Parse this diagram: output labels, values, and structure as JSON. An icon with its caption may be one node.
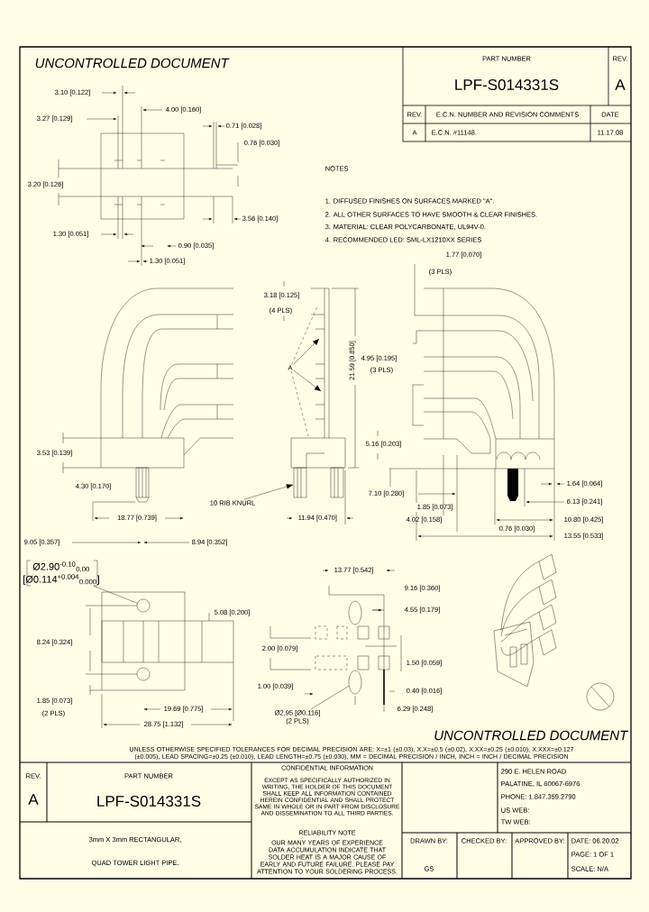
{
  "diagram": {
    "nodes": [
      {
        "text": [
          "A"
        ]
      },
      {
        "text": [
          "10 RIB KNURL"
        ]
      },
      {
        "text": [
          "Ø2.90$^{-0.10}$$_{0.00}$",
          "[Ø0.114$^{+0.004}$$_{0.000}$]"
        ]
      },
      {
        "text": [
          "Ø2.95 [Ø0.116]",
          "(2 PLS)"
        ]
      },
      {
        "text": [],
        "shape": "circle"
      },
      {
        "text": [],
        "shape": "ellipse"
      },
      {
        "text": [],
        "shape": "box"
      }
    ],
    "edges": [
      {
        "from": 0,
        "to": null,
        "arrow": "to"
      },
      {
        "from": 0,
        "to": null,
        "arrow": "to"
      },
      {
        "from": 0,
        "to": null,
        "arrow": "none",
        "style": "dashed"
      },
      {
        "from": 0,
        "to": null,
        "arrow": "none",
        "style": "dashed"
      },
      {
        "from": 1,
        "to": 6,
        "arrow": "to"
      },
      {
        "from": 2,
        "to": 4,
        "arrow": "none"
      },
      {
        "from": 3,
        "to": 5,
        "arrow": "none"
      }
    ],
    "labels": [
      "UNCONTROLLED DOCUMENT",
      "PART NUMBER",
      "REV.",
      "LPF-S014331S",
      "A",
      "REV.",
      "E.C.N. NUMBER AND REVISION COMMENTS",
      "DATE",
      "A",
      "E.C.N. #11148.",
      "11.17.08",
      "3.10 [0.122]",
      "4.00 [0.160]",
      "3.27 [0.129]",
      "0.71 [0.028]",
      "0.76 [0.030]",
      "NOTES",
      "3.20 [0.126]",
      "1. DIFFUSED FINISHES ON SURFACES MARKED \"A\".",
      "2. ALL OTHER SURFACES TO HAVE SMOOTH & CLEAR FINISHES.",
      "3. MATERIAL: CLEAR POLYCARBONATE, UL94V-0.",
      "4. RECOMMENDED LED: SML-LX1210XX SERIES",
      "3.56 [0.140]",
      "1.30 [0.051]",
      "0.90 [0.035]",
      "1.77 [0.070]",
      "1.30 [0.051]",
      "(3 PLS)",
      "3.18 [0.125]",
      "(4 PLS)",
      "4.95 [0.195]",
      "21.59 [0.850]",
      "(3 PLS)",
      "5.16 [0.203]",
      "3.53 [0.139]",
      "4.30 [0.170]",
      "1.64 [0.064]",
      "7.10 [0.280]",
      "6.13 [0.241]",
      "1.85 [0.073]",
      "18.77 [0.739]",
      "11.94 [0.470]",
      "4.02 [0.158]",
      "10.80 [0.425]",
      "0.76 [0.030]",
      "13.55 [0.533]",
      "9.05 [0.357]",
      "8.94 [0.352]",
      "13.77 [0.542]",
      "9.16 [0.360]",
      "5.08 [0.200]",
      "4.55 [0.179]",
      "8.24 [0.324]",
      "2.00 [0.079]",
      "1.50 [0.059]",
      "1.00 [0.039]",
      "0.40 [0.016]",
      "1.85 [0.073]",
      "19.69 [0.775]",
      "6.29 [0.248]",
      "(2 PLS)",
      "28.75 [1.132]",
      "UNCONTROLLED DOCUMENT",
      "UNLESS OTHERWISE SPECIFIED TOLERANCES FOR DECIMAL PRECISION ARE: X=±1 (±0.03), X.X=±0.5 (±0.02), X.XX=±0.25 (±0.010), X.XXX=±0.127 (±0.005), LEAD SPACING=±0.25 (±0.010), LEAD LENGTH=±0.75 (±0.030), MM = DECIMAL PRECISION / INCH, INCH = INCH / DECIMAL PRECISION",
      "REV.",
      "PART NUMBER",
      "CONFIDENTIAL INFORMATION",
      "290 E. HELEN ROAD",
      "A",
      "LPF-S014331S",
      "EXCEPT AS SPECIFICALLY AUTHORIZED IN WRITING, THE HOLDER OF THIS DOCUMENT SHALL KEEP ALL INFORMATION CONTAINED HEREIN CONFIDENTIAL AND SHALL PROTECT SAME IN WHOLE OR IN PART FROM DISCLOSURE AND DISSEMINATION TO ALL THIRD PARTIES.",
      "PALATINE, IL 60067-6976",
      "PHONE: 1.847.359.2790",
      "US WEB:",
      "TW WEB:",
      "3mm X 3mm RECTANGULAR,",
      "RELIABILITY NOTE",
      "DRAWN BY:",
      "CHECKED BY:",
      "APPROVED BY:",
      "DATE: 06.20.02",
      "OUR MANY YEARS OF EXPERIENCE DATA ACCUMULATION INDICATE THAT SOLDER HEAT IS A MAJOR CAUSE OF EARLY AND FUTURE FAILURE. PLEASE PAY ATTENTION TO YOUR SOLDERING PROCESS.",
      "PAGE: 1 OF 1",
      "QUAD TOWER LIGHT PIPE.",
      "GS",
      "SCALE: N/A"
    ]
  }
}
